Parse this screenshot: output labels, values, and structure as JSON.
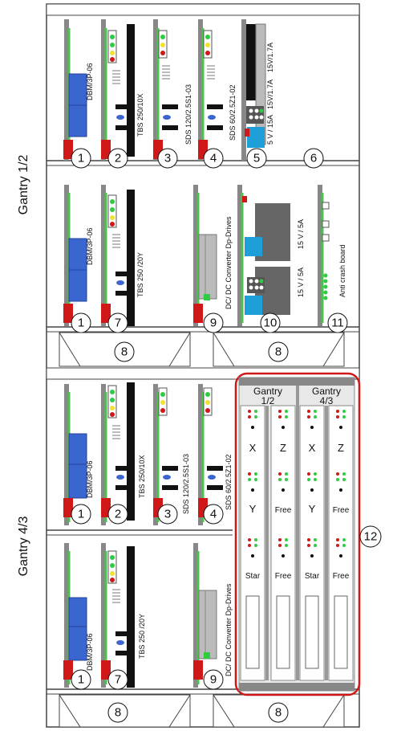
{
  "side_labels": {
    "upper": "Gantry 1/2",
    "lower": "Gantry 4/3"
  },
  "section_a": {
    "cards": [
      "DBM/3P-06",
      "TBS 250/10X",
      "SDS 120/2.5S1-03",
      "SDS 60/2.5Z1-02"
    ],
    "psu_text": [
      "15V/1.7A",
      "15V/1.7A",
      "5 V / 15A"
    ],
    "numbers": [
      "1",
      "2",
      "3",
      "4",
      "5",
      "6"
    ]
  },
  "section_b": {
    "cards": [
      "DBM/3P-06",
      "TBS 250 /20Y",
      "DC/ DC Converter Dp-Drives"
    ],
    "psu_text": [
      "15 V / 5A",
      "15 V / 5A"
    ],
    "anticrash": "Anti crash board",
    "numbers": [
      "1",
      "7",
      "9",
      "10",
      "11"
    ]
  },
  "section_c": {
    "cards": [
      "DBM/3P-06",
      "TBS 250/10X",
      "SDS 120/2.5S1-03",
      "SDS 60/2.5Z1-02"
    ],
    "numbers": [
      "1",
      "2",
      "3",
      "4"
    ]
  },
  "section_d": {
    "cards": [
      "DBM/3P-06",
      "TBS 250 /20Y",
      "DC/ DC Converter Dp-Drives"
    ],
    "numbers": [
      "1",
      "7",
      "9"
    ]
  },
  "fans": [
    "8",
    "8",
    "8",
    "8"
  ],
  "controller": {
    "group_titles": [
      "Gantry",
      "1/2",
      "Gantry",
      "4/3"
    ],
    "axis_labels": [
      [
        "X",
        "Y",
        "Star"
      ],
      [
        "Z",
        "Free",
        "Free"
      ],
      [
        "X",
        "Y",
        "Star"
      ],
      [
        "Z",
        "Free",
        "Free"
      ]
    ],
    "callout": "12"
  }
}
